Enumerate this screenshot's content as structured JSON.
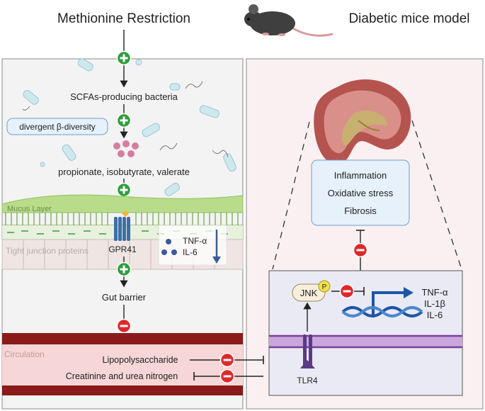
{
  "titles": {
    "left": "Methionine Restriction",
    "right": "Diabetic mice model"
  },
  "left_panel": {
    "scfa_bacteria": "SCFAs-producing bacteria",
    "beta_diversity": "divergent β-diversity",
    "metabolites": "propionate, isobutyrate, valerate",
    "mucus_layer": "Mucus Layer",
    "tight_junction": "Tight junction proteins",
    "receptor": "GPR41",
    "cytokines": [
      "TNF-α",
      "IL-6"
    ],
    "gut_barrier": "Gut barrier",
    "circulation": "Circulation",
    "lps": "Lipopolysaccharide",
    "creatinine": "Creatinine and urea nitrogen"
  },
  "right_panel": {
    "kidney_outcomes": [
      "Inflammation",
      "Oxidative stress",
      "Fibrosis"
    ],
    "jnk": "JNK",
    "phospho": "P",
    "genes": [
      "TNF-α",
      "IL-1β",
      "IL-6"
    ],
    "receptor": "TLR4"
  },
  "colors": {
    "promote": "#2e9d3a",
    "inhibit": "#e0282a",
    "mucus": "#b8dc8a",
    "blood": "#8b1a1a",
    "membrane": "#c9a6dc",
    "dna": "#1f55a8"
  }
}
